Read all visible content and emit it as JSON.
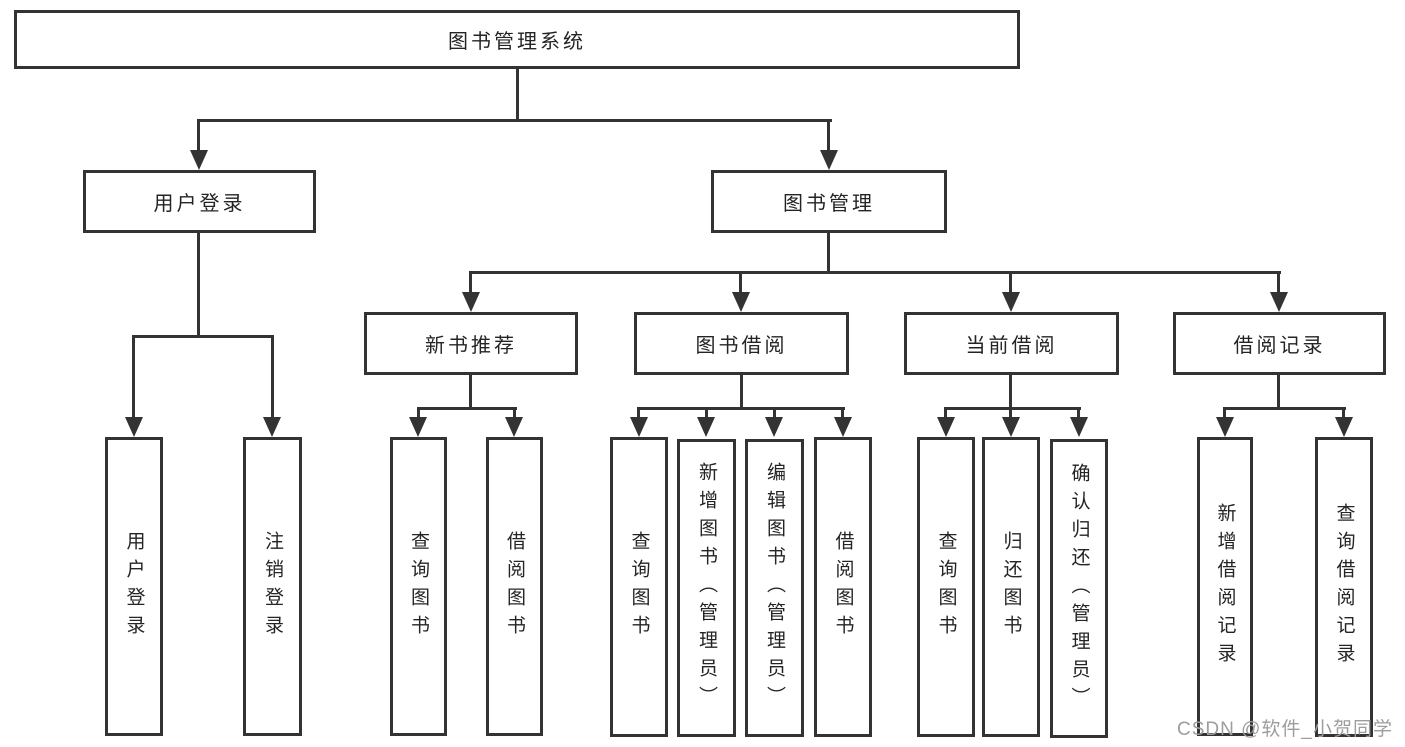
{
  "tree": {
    "root": "图书管理系统",
    "branches": [
      {
        "label": "用户登录",
        "leaves": [
          "用户登录",
          "注销登录"
        ]
      },
      {
        "label": "图书管理",
        "groups": [
          {
            "label": "新书推荐",
            "leaves": [
              "查询图书",
              "借阅图书"
            ]
          },
          {
            "label": "图书借阅",
            "leaves": [
              "查询图书",
              "新增图书（管理员）",
              "编辑图书（管理员）",
              "借阅图书"
            ]
          },
          {
            "label": "当前借阅",
            "leaves": [
              "查询图书",
              "归还图书",
              "确认归还（管理员）"
            ]
          },
          {
            "label": "借阅记录",
            "leaves": [
              "新增借阅记录",
              "查询借阅记录"
            ]
          }
        ]
      }
    ]
  },
  "watermark": "CSDN @软件_小贺同学",
  "colors": {
    "line": "#333333",
    "text": "#242424",
    "watermark": "#9d9d9d",
    "background": "#ffffff"
  }
}
